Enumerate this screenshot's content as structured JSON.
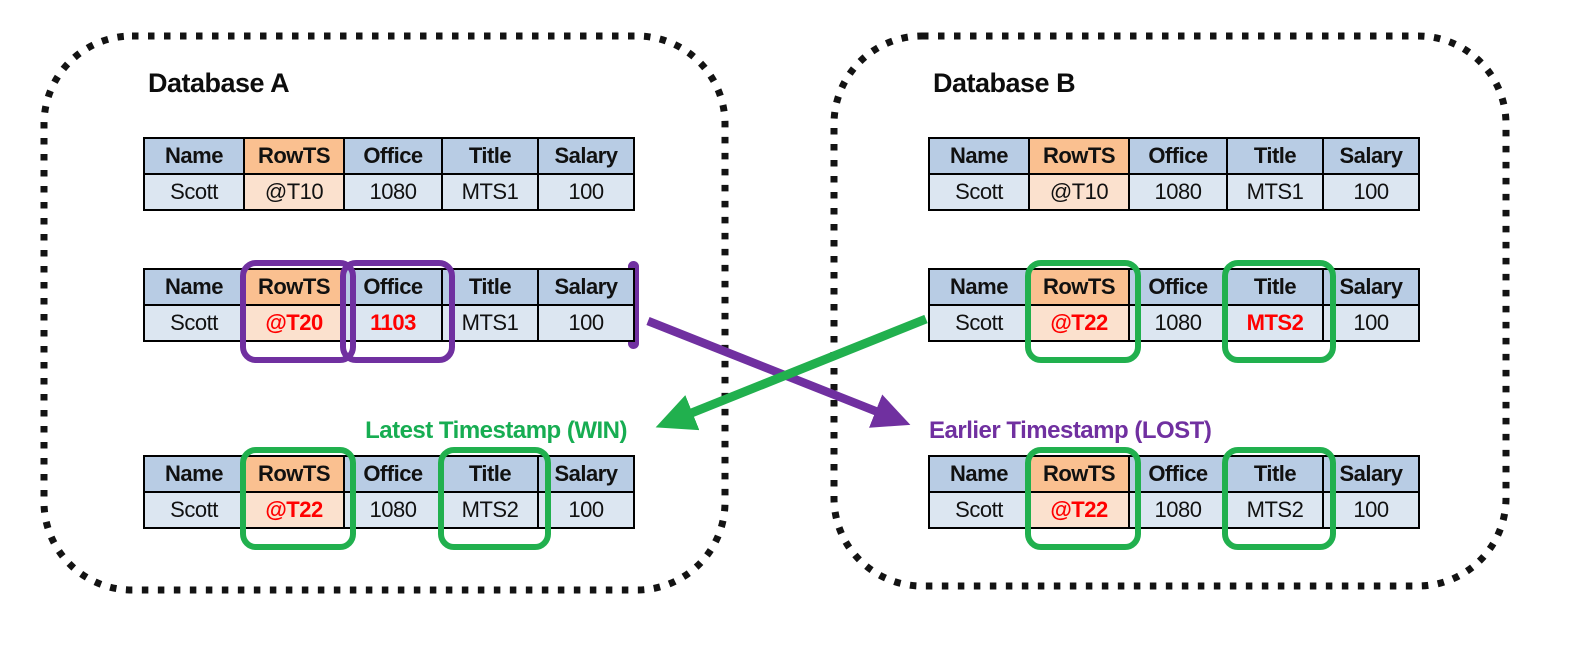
{
  "columns": [
    "Name",
    "RowTS",
    "Office",
    "Title",
    "Salary"
  ],
  "database_a": {
    "title": "Database A",
    "table1": {
      "row": [
        "Scott",
        "@T10",
        "1080",
        "MTS1",
        "100"
      ]
    },
    "table2": {
      "row": [
        "Scott",
        "@T20",
        "1103",
        "MTS1",
        "100"
      ]
    },
    "table3": {
      "row": [
        "Scott",
        "@T22",
        "1080",
        "MTS2",
        "100"
      ]
    },
    "win_label": "Latest Timestamp (WIN)"
  },
  "database_b": {
    "title": "Database B",
    "table1": {
      "row": [
        "Scott",
        "@T10",
        "1080",
        "MTS1",
        "100"
      ]
    },
    "table2": {
      "row": [
        "Scott",
        "@T22",
        "1080",
        "MTS2",
        "100"
      ]
    },
    "table3": {
      "row": [
        "Scott",
        "@T22",
        "1080",
        "MTS2",
        "100"
      ]
    },
    "lost_label": "Earlier Timestamp (LOST)"
  },
  "colors": {
    "highlight_purple": "#7030A0",
    "highlight_green": "#21B04E",
    "changed_value_red": "#FF0000",
    "header_blue": "#B8CCE4",
    "header_orange": "#FAC090",
    "row_blue": "#DCE6F1",
    "row_orange": "#FBE1CE",
    "border_black": "#000000"
  }
}
